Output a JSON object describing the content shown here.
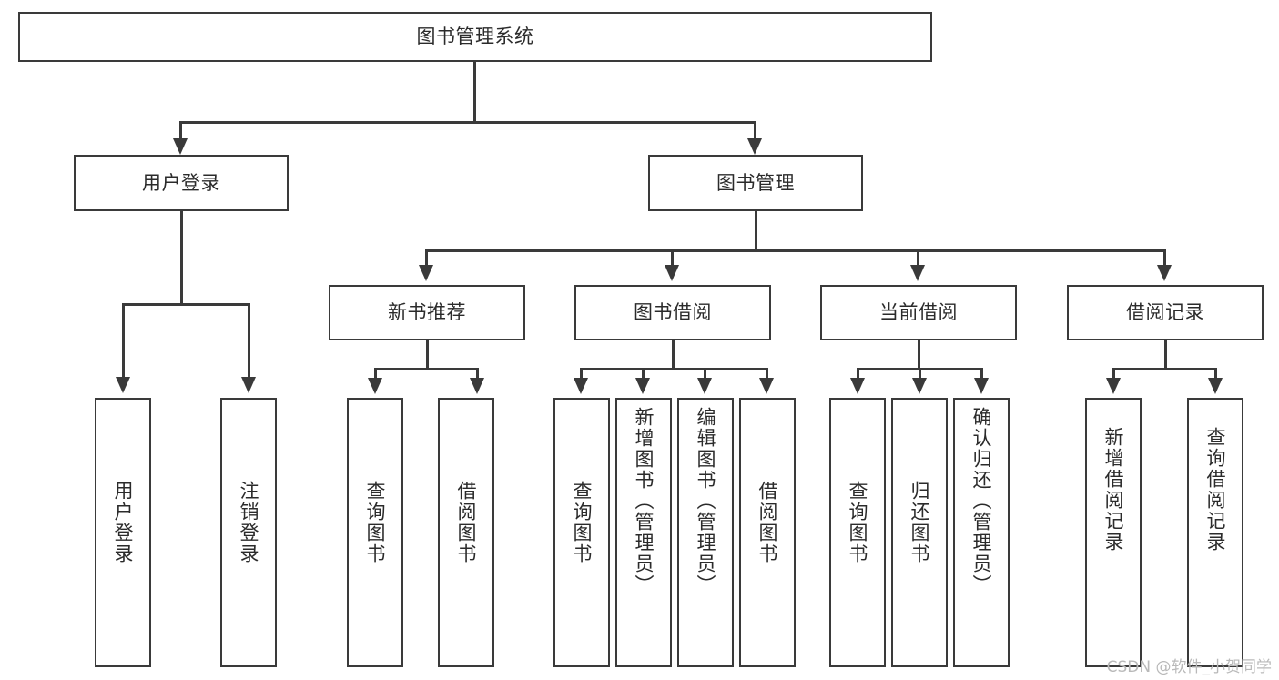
{
  "diagram": {
    "title": "图书管理系统",
    "watermark": "CSDN @软件_小贺同学"
  },
  "nodes": {
    "root": {
      "label": "图书管理系统"
    },
    "level2": [
      {
        "label": "用户登录"
      },
      {
        "label": "图书管理"
      }
    ],
    "level3": [
      {
        "label": "新书推荐"
      },
      {
        "label": "图书借阅"
      },
      {
        "label": "当前借阅"
      },
      {
        "label": "借阅记录"
      }
    ],
    "leaves": {
      "user_login": [
        {
          "label": "用户登录"
        },
        {
          "label": "注销登录"
        }
      ],
      "new_book": [
        {
          "label": "查询图书"
        },
        {
          "label": "借阅图书"
        }
      ],
      "book_borrow": [
        {
          "label": "查询图书"
        },
        {
          "label": "新增图书（管理员）"
        },
        {
          "label": "编辑图书（管理员）"
        },
        {
          "label": "借阅图书"
        }
      ],
      "current_borrow": [
        {
          "label": "查询图书"
        },
        {
          "label": "归还图书"
        },
        {
          "label": "确认归还（管理员）"
        }
      ],
      "borrow_record": [
        {
          "label": "新增借阅记录"
        },
        {
          "label": "查询借阅记录"
        }
      ]
    }
  },
  "colors": {
    "stroke": "#3a3a3a",
    "text": "#2b2b2b",
    "background": "#ffffff",
    "watermark": "#b9b9b9"
  }
}
